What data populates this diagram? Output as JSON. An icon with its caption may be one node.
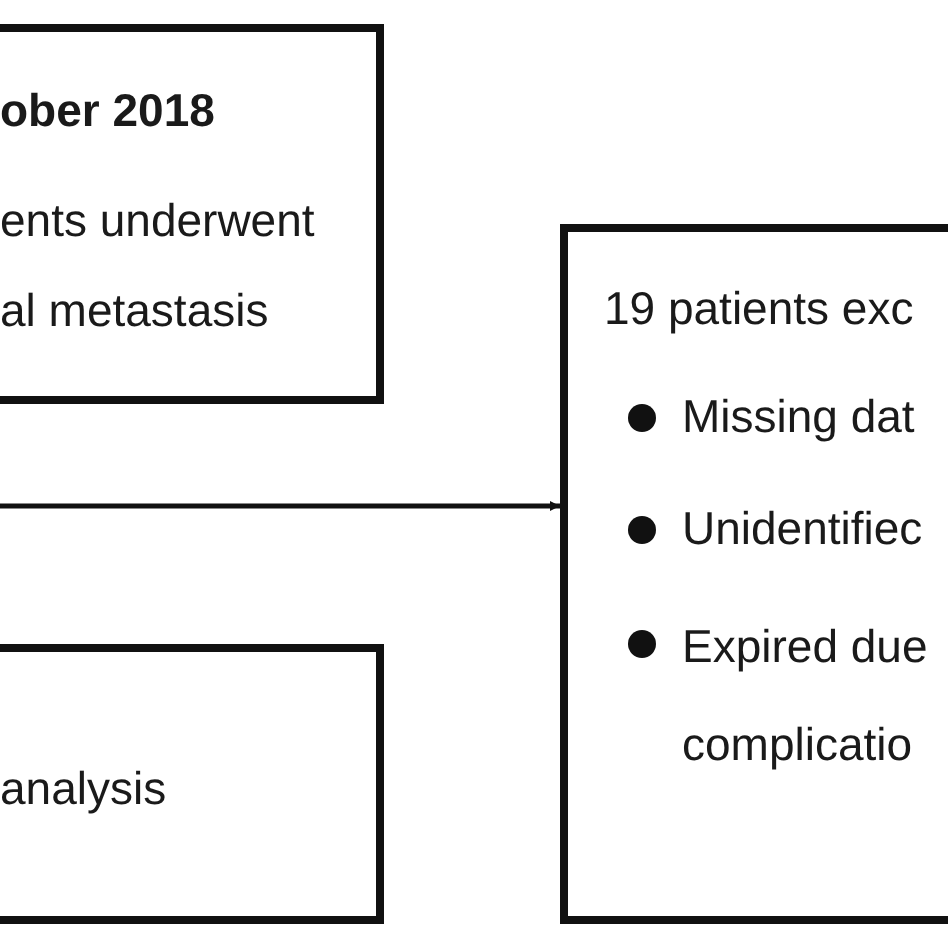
{
  "diagram": {
    "nodes": [
      {
        "text": [
          "ober 2018",
          "ents underwent al metastasis"
        ]
      },
      {
        "text": [
          "analysis"
        ]
      },
      {
        "text": [
          "19 patients exc",
          "Missing dat",
          "Unidentifiec",
          "Expired due complicatio"
        ]
      }
    ],
    "edges": [
      {
        "from": null,
        "to": 2,
        "arrow": "to"
      }
    ]
  }
}
